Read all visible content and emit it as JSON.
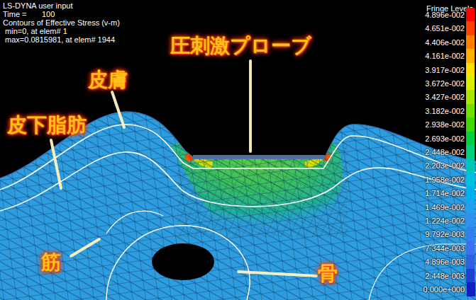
{
  "diagram": {
    "labels": [
      "LS-DYNA user input",
      "Time =       100",
      "Contours of Effective Stress (v-m)",
      " min=0, at elem# 1",
      " max=0.0815981, at elem# 1944",
      "Fringe Levels",
      "圧刺激プローブ",
      "皮膚",
      "皮下脂肪",
      "筋",
      "骨"
    ],
    "legend": [
      {
        "text": "4.896e-002",
        "color": "#ff0000"
      },
      {
        "text": "4.651e-002",
        "color": "#ff4000"
      },
      {
        "text": "4.406e-002",
        "color": "#ff8000"
      },
      {
        "text": "4.161e-002",
        "color": "#ffb000"
      },
      {
        "text": "3.917e-002",
        "color": "#ffe000"
      },
      {
        "text": "3.672e-002",
        "color": "#d8f000"
      },
      {
        "text": "3.427e-002",
        "color": "#a8e800"
      },
      {
        "text": "3.182e-002",
        "color": "#70e000"
      },
      {
        "text": "2.938e-002",
        "color": "#40d800"
      },
      {
        "text": "2.693e-002",
        "color": "#00d040"
      },
      {
        "text": "2.448e-002",
        "color": "#00d080"
      },
      {
        "text": "2.203e-002",
        "color": "#00c8b0"
      },
      {
        "text": "1.958e-002",
        "color": "#00c0e0"
      },
      {
        "text": "1.714e-002",
        "color": "#00b0f0"
      },
      {
        "text": "1.469e-002",
        "color": "#20a0f0"
      },
      {
        "text": "1.224e-002",
        "color": "#3090f0"
      },
      {
        "text": "9.792e-003",
        "color": "#3080f0"
      },
      {
        "text": "7.344e-003",
        "color": "#4070f0"
      },
      {
        "text": "4.896e-003",
        "color": "#3060e0"
      },
      {
        "text": "2.448e-003",
        "color": "#2040d0"
      },
      {
        "text": "0.000e+000",
        "color": "#1020c0"
      }
    ]
  }
}
